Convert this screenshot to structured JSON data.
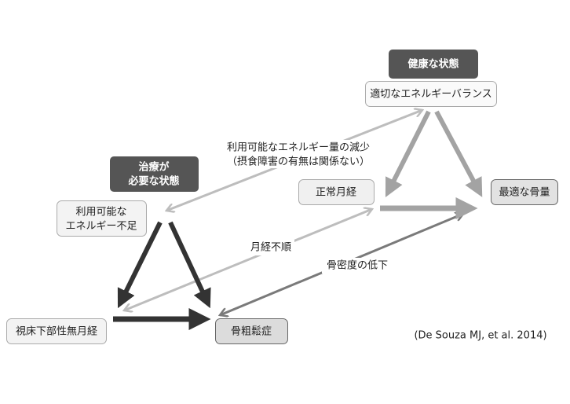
{
  "nodes": {
    "healthy_state": "健康な状態",
    "energy_balance": "適切なエネルギーバランス",
    "treatment_needed_1": "治療が",
    "treatment_needed_2": "必要な状態",
    "low_energy_1": "利用可能な",
    "low_energy_2": "エネルギー不足",
    "normal_menstruation": "正常月経",
    "optimal_bone": "最適な骨量",
    "amenorrhea": "視床下部性無月経",
    "osteoporosis": "骨粗鬆症"
  },
  "labels": {
    "energy_decrease_1": "利用可能なエネルギー量の減少",
    "energy_decrease_2": "（摂食障害の有無は関係ない）",
    "irregular_menstruation": "月経不順",
    "bone_density_decrease": "骨密度の低下"
  },
  "citation": "(De Souza MJ, et al. 2014)",
  "colors": {
    "dark": "#555555",
    "black_arrow": "#333333",
    "gray_arrow": "#a3a3a3",
    "light_arrow": "#bdbdbd",
    "mid_arrow": "#7a7a7a"
  }
}
